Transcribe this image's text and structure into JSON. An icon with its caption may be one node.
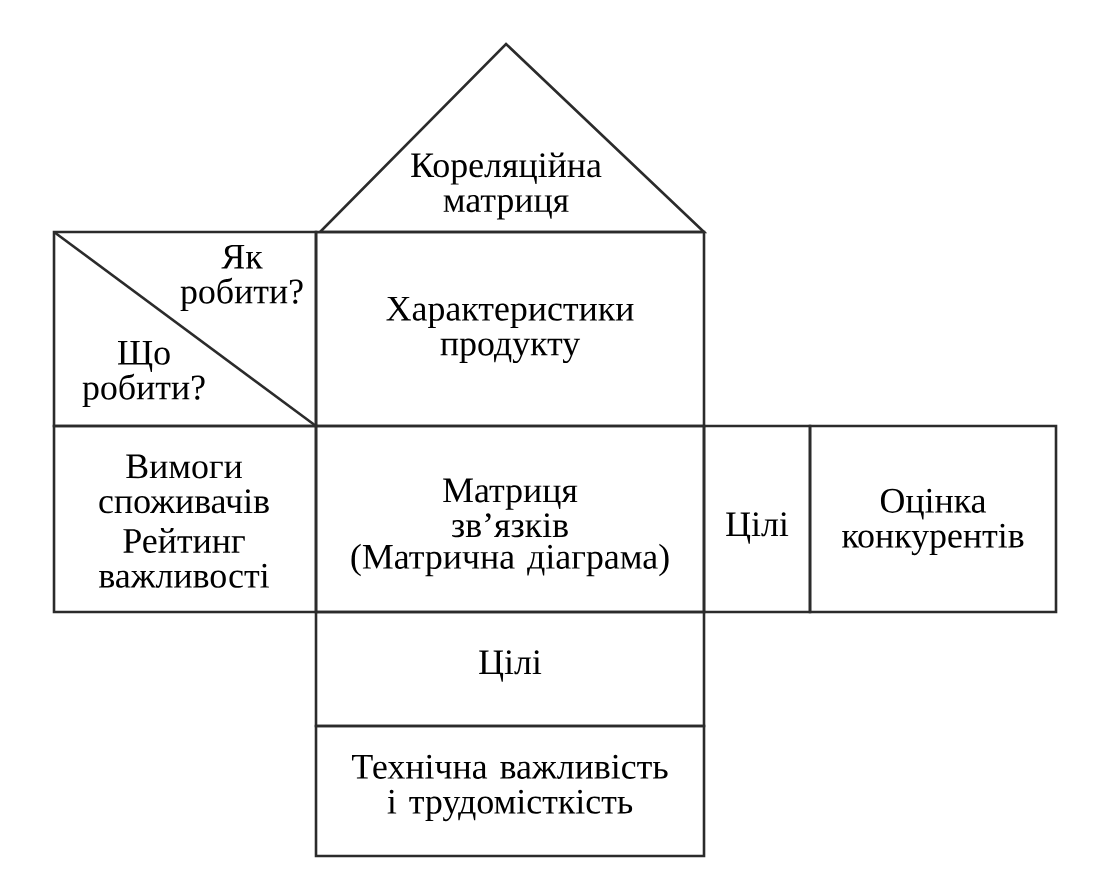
{
  "diagram": {
    "nodes": [
      {
        "text": [
          "Кореляційна матриця"
        ]
      },
      {
        "text": [
          "Як робити?",
          "Що робити?"
        ]
      },
      {
        "text": [
          "Характеристики продукту"
        ]
      },
      {
        "text": [
          "Вимоги споживачів",
          "Рейтинг важливості"
        ]
      },
      {
        "text": [
          "Матриця зв’язків",
          "(Матрична діаграма)"
        ]
      },
      {
        "text": [
          "Цілі"
        ]
      },
      {
        "text": [
          "Оцінка конкурентів"
        ]
      },
      {
        "text": [
          "Цілі"
        ]
      },
      {
        "text": [
          "Технічна важливість і трудомісткість"
        ]
      }
    ]
  }
}
